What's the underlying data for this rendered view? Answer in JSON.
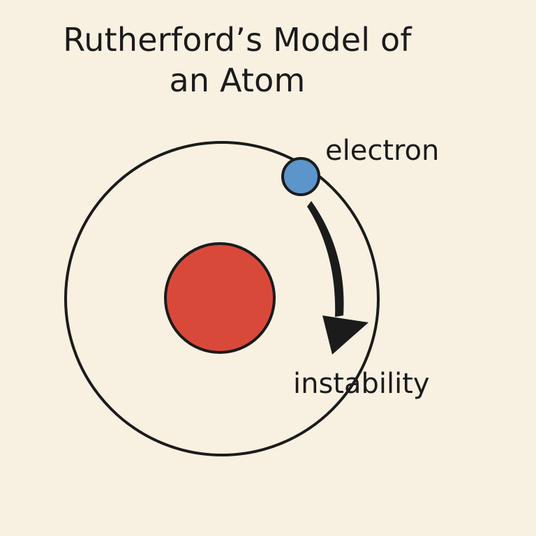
{
  "title": {
    "line1": "Rutherford’s Model of",
    "line2": "an Atom"
  },
  "labels": {
    "electron": "electron",
    "instability": "instability"
  },
  "colors": {
    "background": "#f8f0e1",
    "nucleus": "#d9493a",
    "electron": "#5b95c9",
    "stroke": "#1b1b1b"
  }
}
